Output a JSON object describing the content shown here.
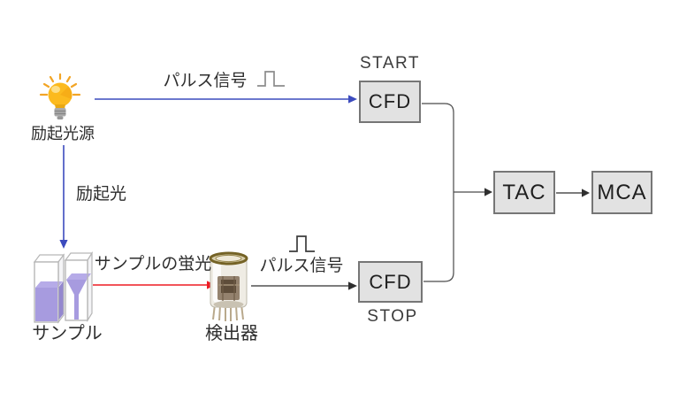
{
  "diagram": {
    "title": "time-correlated-single-photon-counting-setup",
    "colors": {
      "excitation_blue": "#3c4bbe",
      "fluorescence_red": "#ed1c24",
      "signal_line_dark": "#2f2f2f",
      "pulse_glyph_gray": "#8c8c8c",
      "box_fill": "#e2e2e2",
      "box_border": "#767676",
      "bulb_yellow": "#fcba1e",
      "sample_purple": "#a79bdf"
    },
    "nodes": {
      "excitation_source": {
        "label": "励起光源",
        "icon": "light-bulb"
      },
      "sample": {
        "label": "サンプル",
        "icon": "cuvettes"
      },
      "detector": {
        "label": "検出器",
        "icon": "photomultiplier-tube"
      },
      "cfd_start": {
        "label": "CFD",
        "tag": "START"
      },
      "cfd_stop": {
        "label": "CFD",
        "tag": "STOP"
      },
      "tac": {
        "label": "TAC"
      },
      "mca": {
        "label": "MCA"
      }
    },
    "edges": {
      "source_to_cfd_start": {
        "label": "パルス信号",
        "glyph": "pulse",
        "color": "blue"
      },
      "source_to_sample": {
        "label": "励起光",
        "color": "blue"
      },
      "sample_to_detector": {
        "label": "サンプルの蛍光",
        "color": "red"
      },
      "detector_to_cfd_stop": {
        "label": "パルス信号",
        "glyph": "pulse",
        "color": "black"
      },
      "cfds_to_tac": {
        "label": ""
      },
      "tac_to_mca": {
        "label": ""
      }
    }
  }
}
